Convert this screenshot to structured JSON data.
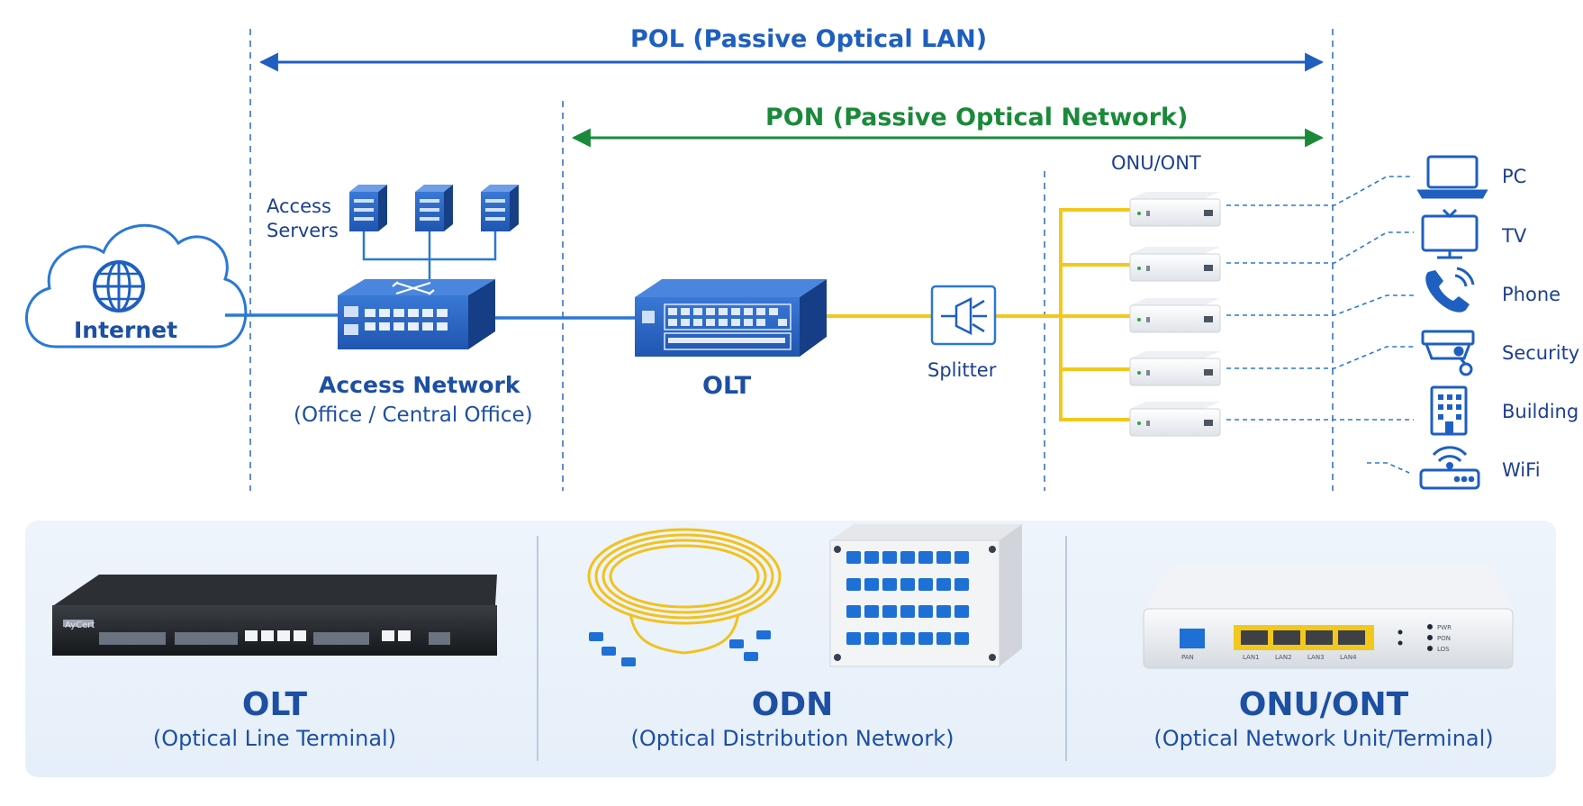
{
  "header": {
    "pol": "POL (Passive Optical LAN)",
    "pon": "PON (Passive Optical Network)"
  },
  "network": {
    "internet": "Internet",
    "access_servers": [
      "Access",
      "Servers"
    ],
    "access_network": "Access Network",
    "access_network_sub": "(Office / Central Office)",
    "olt": "OLT",
    "splitter": "Splitter",
    "onu_ont": "ONU/ONT"
  },
  "endpoints": [
    {
      "label": "PC",
      "icon": "laptop-icon"
    },
    {
      "label": "TV",
      "icon": "tv-icon"
    },
    {
      "label": "Phone",
      "icon": "phone-icon"
    },
    {
      "label": "Security",
      "icon": "security-camera-icon"
    },
    {
      "label": "Building",
      "icon": "building-icon"
    },
    {
      "label": "WiFi",
      "icon": "wifi-router-icon"
    }
  ],
  "bottom": {
    "olt_title": "OLT",
    "olt_sub": "(Optical Line Terminal)",
    "odn_title": "ODN",
    "odn_sub": "(Optical Distribution Network)",
    "onu_title": "ONU/ONT",
    "onu_sub": "(Optical Network Unit/Terminal)",
    "olt_brand": "AyCert",
    "onu_ports": [
      "PAN",
      "LAN1",
      "LAN2",
      "LAN3",
      "LAN4"
    ],
    "onu_leds": [
      "PWR",
      "PON",
      "LOS"
    ]
  },
  "colors": {
    "blue": "#1e5fc0",
    "green": "#1a8a3a",
    "fiber_yellow": "#f2c81c",
    "device_blue": "#1f56b0"
  }
}
